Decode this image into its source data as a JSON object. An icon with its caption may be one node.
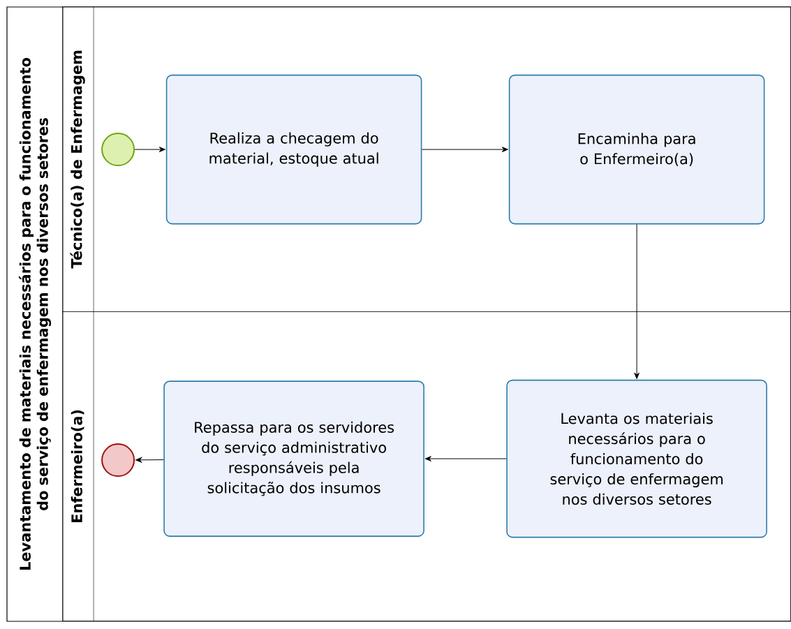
{
  "diagram": {
    "nodes": [
      {
        "text": [
          "Levantamento de materiais necessários para o funcionamento do serviço de enfermagem nos diversos setores"
        ]
      },
      {
        "text": [
          "Técnico(a) de Enfermagem"
        ],
        "in": 0
      },
      {
        "text": [
          "Enfermeiro(a)"
        ],
        "in": 0
      },
      {
        "text": [],
        "shape": "circle",
        "in": 1
      },
      {
        "text": [
          "Realiza a checagem do material, estoque atual"
        ],
        "in": 1
      },
      {
        "text": [
          "Encaminha para o Enfermeiro(a)"
        ],
        "in": 1
      },
      {
        "text": [
          "Levanta os materiais necessários para o funcionamento do serviço de enfermagem nos diversos setores"
        ],
        "in": 2
      },
      {
        "text": [
          "Repassa para os servidores do serviço administrativo responsáveis pela solicitação dos insumos"
        ],
        "in": 2
      },
      {
        "text": [],
        "shape": "circle",
        "in": 2
      }
    ],
    "edges": [
      {
        "from": 3,
        "to": 4,
        "arrow": "to"
      },
      {
        "from": 4,
        "to": 5,
        "arrow": "to"
      },
      {
        "from": 5,
        "to": 6,
        "arrow": "to"
      },
      {
        "from": 6,
        "to": 7,
        "arrow": "to"
      },
      {
        "from": 7,
        "to": 8,
        "arrow": "to"
      }
    ]
  }
}
